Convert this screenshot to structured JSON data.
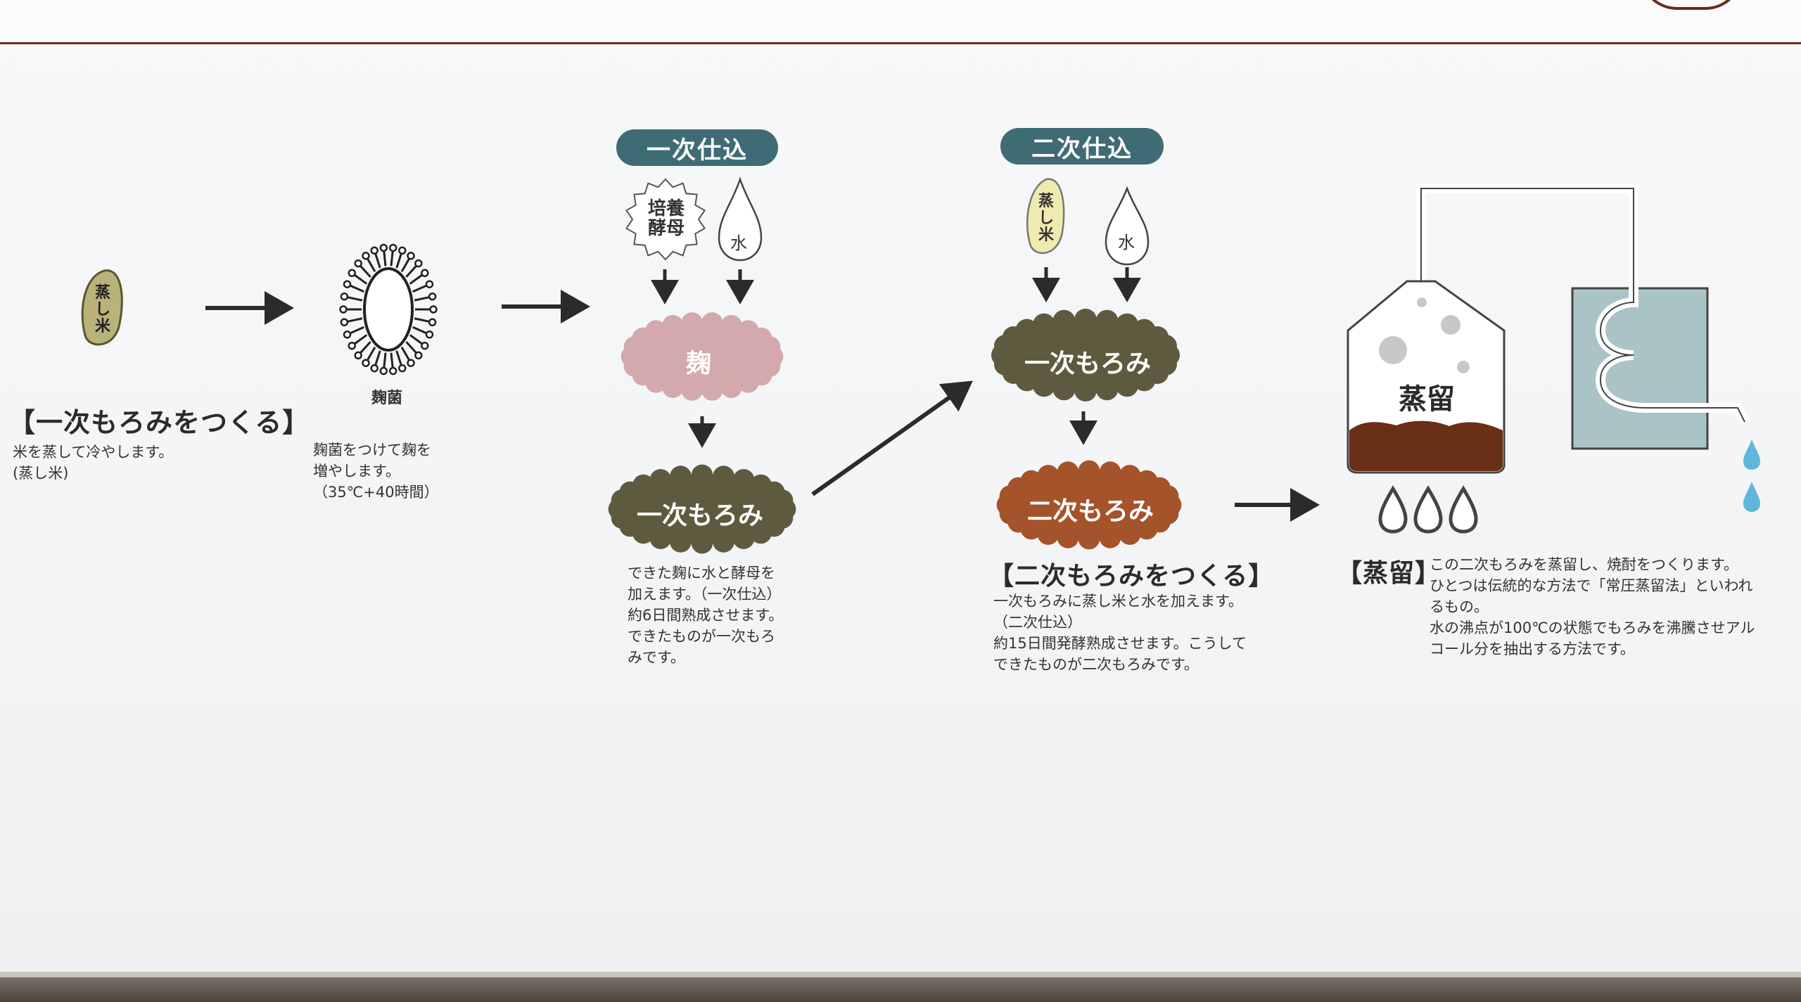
{
  "section1": {
    "heading": "【一次もろみをつくる】",
    "body": "米を蒸して冷やします。\n(蒸し米)",
    "rice_grain_text": "蒸し米"
  },
  "koji": {
    "label": "麹菌",
    "body": "麹菌をつけて麹を\n増やします。\n（35℃+40時間）"
  },
  "stage1": {
    "pill": "一次仕込",
    "yeast": "培養\n酵母",
    "water": "水",
    "cloud_top": "麹",
    "cloud_bottom": "一次もろみ",
    "body": "できた麹に水と酵母を\n加えます。（一次仕込）\n約6日間熟成させます。\nできたものが一次もろ\nみです。"
  },
  "stage2": {
    "pill": "二次仕込",
    "rice": "蒸し米",
    "water": "水",
    "cloud_top": "一次もろみ",
    "cloud_bottom": "二次もろみ",
    "heading": "【二次もろみをつくる】",
    "body": "一次もろみに蒸し米と水を加えます。\n（二次仕込）\n約15日間発酵熟成させます。こうして\nできたものが二次もろみです。"
  },
  "distill": {
    "tank_label": "蒸留",
    "heading": "【蒸留】",
    "body": "この二次もろみを蒸留し、焼酎をつくります。\nひとつは伝統的な方法で「常圧蒸留法」といわれ\nるもの。\n水の沸点が100℃の状態でもろみを沸騰させアル\nコール分を抽出する方法です。"
  },
  "colors": {
    "pill_bg": "#3f6b74",
    "koji_cloud": "#d3a9ad",
    "moromi1_cloud": "#5e5a3f",
    "moromi2_cloud": "#a5532a",
    "rice_grain": "#b9b27a",
    "frame_accent": "#6b2a22"
  }
}
